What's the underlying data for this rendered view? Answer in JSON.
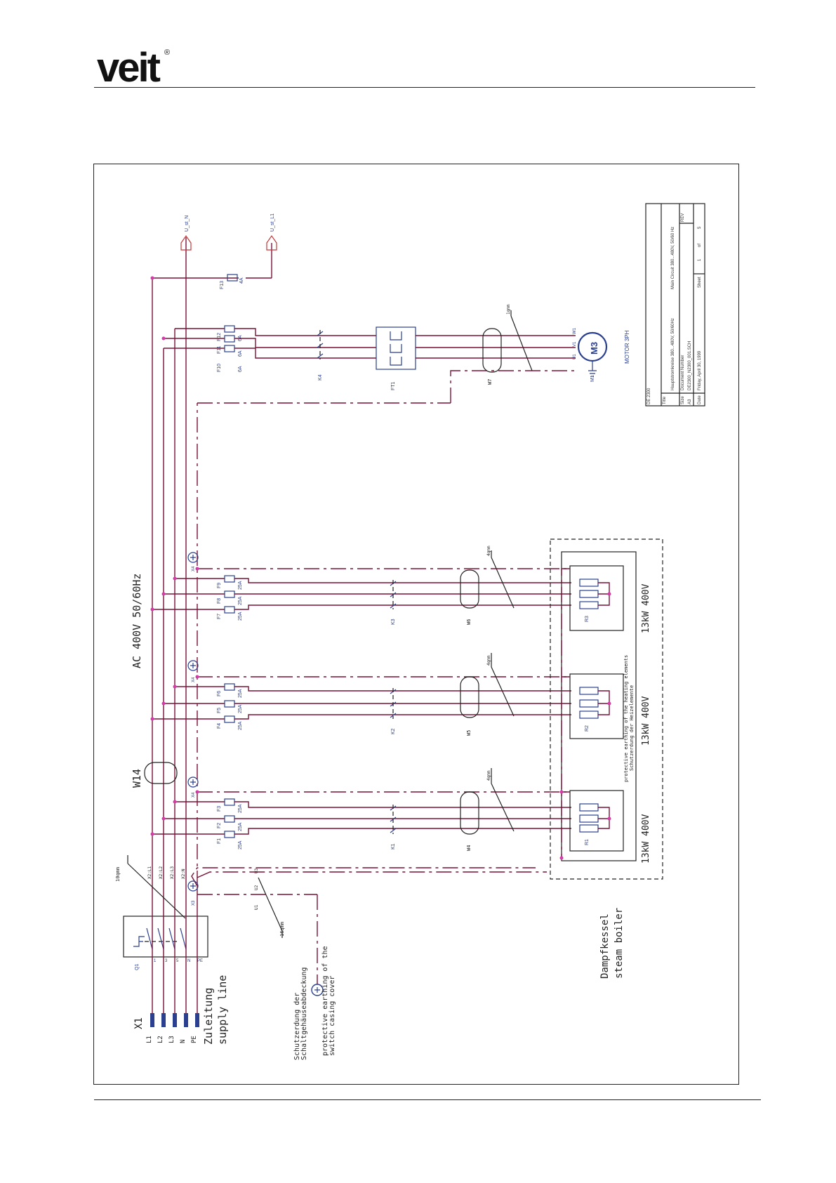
{
  "header": {
    "logo_text": "veit"
  },
  "supply": {
    "terminal_block": "X1",
    "terminals": [
      "L1",
      "L2",
      "L3",
      "N",
      "PE"
    ],
    "label_de": "Zuleitung",
    "label_en": "supply line",
    "main_switch": "Q1",
    "supply_cable": "10qmm"
  },
  "voltage_label": "AC 400V 50/60Hz",
  "bus_cable": "W14",
  "control_outputs": {
    "n": "U_st_N",
    "l1": "U_st_L1",
    "fuse": "F13",
    "fuse_rating": "4A"
  },
  "earthing": {
    "label_de_1": "Schutzerdung der",
    "label_de_2": "Schaltgehäuseabdeckung",
    "label_en_1": "protective earthing of the",
    "label_en_2": "switch casing cover",
    "cable": "16qmm"
  },
  "heater_groups": [
    {
      "contactor": "K1",
      "fuses": [
        "F1",
        "F2",
        "F3"
      ],
      "rating": "25A",
      "cable": "W4",
      "cable_size": "4qmm",
      "element": "R1",
      "power": "13kW 400V",
      "terminal": "X4"
    },
    {
      "contactor": "K2",
      "fuses": [
        "F4",
        "F5",
        "F6"
      ],
      "rating": "25A",
      "cable": "W5",
      "cable_size": "4qmm",
      "element": "R2",
      "power": "13kW 400V",
      "terminal": "X4"
    },
    {
      "contactor": "K3",
      "fuses": [
        "F7",
        "F8",
        "F9"
      ],
      "rating": "25A",
      "cable": "W6",
      "cable_size": "4qmm",
      "element": "R3",
      "power": "13kW 400V",
      "terminal": "X4"
    }
  ],
  "motor": {
    "fuses": [
      "F10",
      "F11",
      "F12"
    ],
    "rating": "6A",
    "contactor": "K4",
    "overload": "FT1",
    "cable": "W7",
    "cable_size": "1qmm",
    "name": "M1",
    "symbol": "M3",
    "label": "MOTOR 3PH",
    "terminals": [
      "U1",
      "V1",
      "W1"
    ]
  },
  "boiler": {
    "label_de": "Dampfkessel",
    "label_en": "steam boiler",
    "earthing_note_1": "protective earthing of the heating elements",
    "earthing_note_2": "Schutzerdung der Heizelemente"
  },
  "title_block": {
    "doc_code": "DE 2300",
    "title_label": "Title",
    "title_de": "Hauptstromkreise 380...480V, 50/60Hz",
    "title_en": "Main Circuit 380...480V, 50/60 Hz",
    "size_label": "Size",
    "size": "A3",
    "docnum_label": "Document Number",
    "docnum": "DE2300_N2300_001.SCH",
    "rev_label": "REV",
    "date_label": "Date",
    "date": "Friday, April 30, 1999",
    "sheet_label": "Sheet",
    "sheet": "1",
    "of_label": "of",
    "sheets": "5"
  },
  "colors": {
    "wire": "#7a1237",
    "component": "#2a3f8f",
    "junction": "#d63aa8"
  }
}
